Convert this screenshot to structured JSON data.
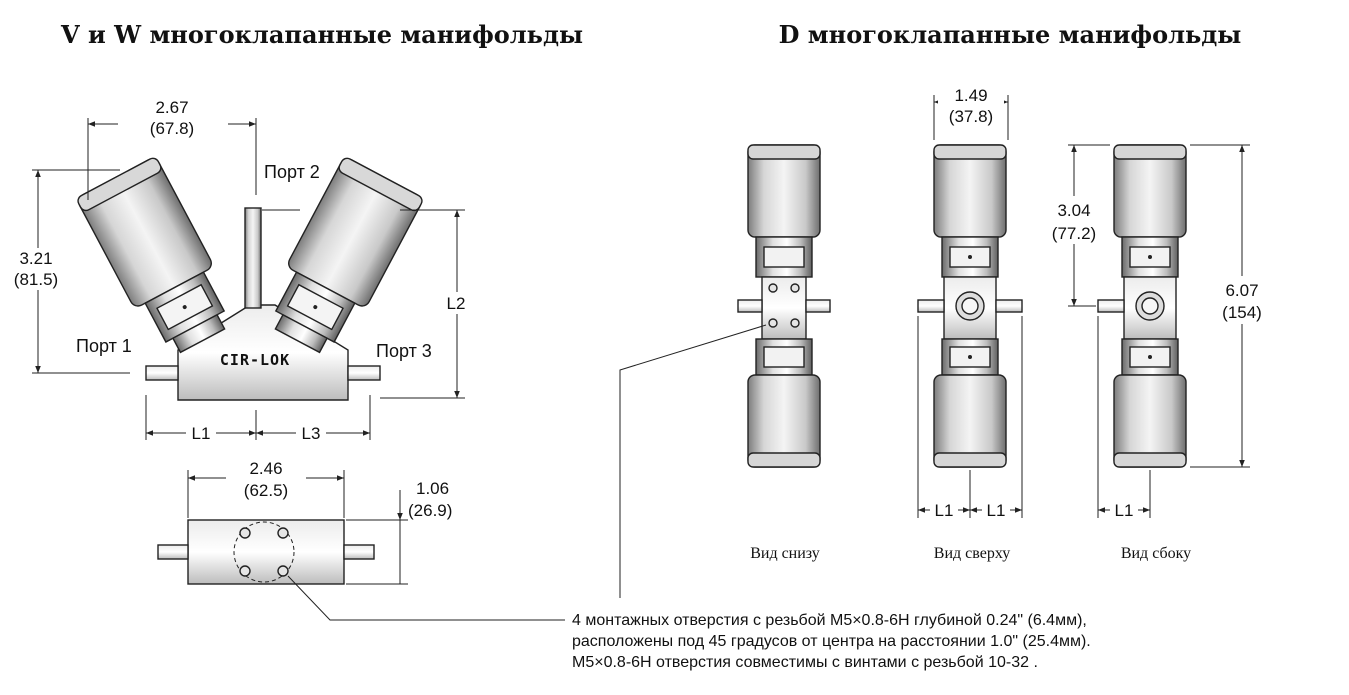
{
  "titles": {
    "left": "V и W многоклапанные манифольды",
    "right": "D многоклапанные манифольды"
  },
  "vw_front": {
    "width": "2.67",
    "width_mm": "(67.8)",
    "height": "3.21",
    "height_mm": "(81.5)",
    "port1": "Порт 1",
    "port2": "Порт 2",
    "port3": "Порт 3",
    "l1": "L1",
    "l2": "L2",
    "l3": "L3",
    "logo": "CIR-LOK"
  },
  "vw_bottom": {
    "width": "2.46",
    "width_mm": "(62.5)",
    "depth": "1.06",
    "depth_mm": "(26.9)"
  },
  "d_views": {
    "width": "1.49",
    "width_mm": "(37.8)",
    "half_height": "3.04",
    "half_height_mm": "(77.2)",
    "total_height": "6.07",
    "total_height_mm": "(154)",
    "l1": "L1",
    "bottom_caption": "Вид снизу",
    "top_caption": "Вид сверху",
    "side_caption": "Вид сбоку"
  },
  "note": {
    "line1": "4 монтажных отверстия с резьбой M5×0.8-6H глубиной 0.24\" (6.4мм),",
    "line2": "расположены под 45 градусов от центра на расстоянии 1.0\" (25.4мм).",
    "line3": "M5×0.8-6H отверстия совместимы с винтами с резьбой 10-32 ."
  },
  "colors": {
    "line": "#222222",
    "part_light": "#f2f2f2",
    "part_mid": "#cfcfcf",
    "part_dark": "#8a8a8a"
  }
}
